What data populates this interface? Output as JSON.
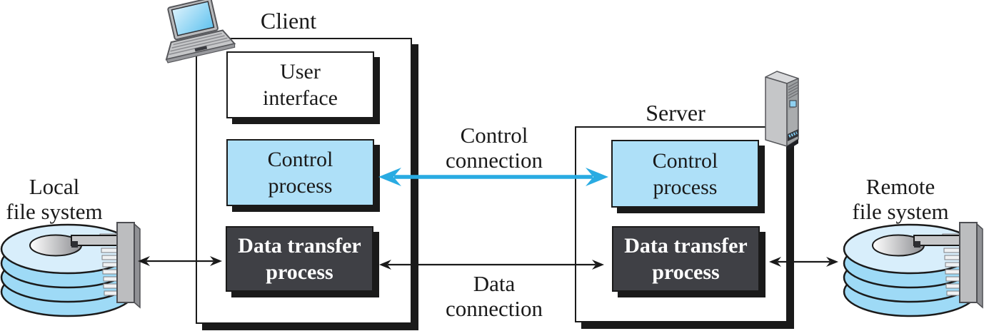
{
  "colors": {
    "accent_cyan": "#29ABE2",
    "process_blue": "#AEE0F8",
    "process_dark": "#3F4045",
    "outline": "#1A1A1A"
  },
  "client": {
    "title": "Client",
    "user_interface": {
      "line1": "User",
      "line2": "interface"
    },
    "control_process": {
      "line1": "Control",
      "line2": "process"
    },
    "data_transfer_process": {
      "line1": "Data transfer",
      "line2": "process"
    }
  },
  "server": {
    "title": "Server",
    "control_process": {
      "line1": "Control",
      "line2": "process"
    },
    "data_transfer_process": {
      "line1": "Data transfer",
      "line2": "process"
    }
  },
  "connections": {
    "control": {
      "line1": "Control",
      "line2": "connection"
    },
    "data": {
      "line1": "Data",
      "line2": "connection"
    }
  },
  "storage": {
    "local": {
      "line1": "Local",
      "line2": "file system"
    },
    "remote": {
      "line1": "Remote",
      "line2": "file system"
    }
  },
  "icons": {
    "client_device": "laptop-icon",
    "server_device": "tower-server-icon",
    "local_storage": "disk-stack-icon",
    "remote_storage": "disk-stack-icon"
  }
}
